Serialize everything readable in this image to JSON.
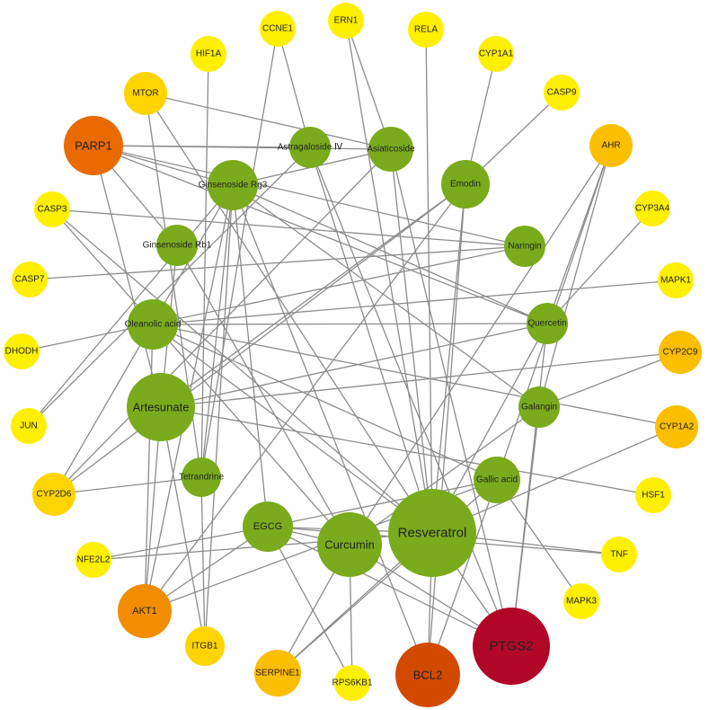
{
  "palette": {
    "compound": "#7aab1c",
    "edge": "#8c8c8c",
    "target_levels": [
      "#ffef00",
      "#ffd400",
      "#fcbe00",
      "#f7a800",
      "#f28c00",
      "#e86a00",
      "#d24a00",
      "#b20828"
    ]
  },
  "compounds": [
    {
      "id": "resveratrol",
      "label": "Resveratrol"
    },
    {
      "id": "artesunate",
      "label": "Artesunate"
    },
    {
      "id": "curcumin",
      "label": "Curcumin"
    },
    {
      "id": "oleanolic",
      "label": "Oleanolic acid"
    },
    {
      "id": "ginsenosiderg3",
      "label": "Ginsenoside Rg3"
    },
    {
      "id": "egcg",
      "label": "EGCG"
    },
    {
      "id": "emodin",
      "label": "Emodin"
    },
    {
      "id": "gallic",
      "label": "Gallic acid"
    },
    {
      "id": "naringin",
      "label": "Naringin"
    },
    {
      "id": "quercetin",
      "label": "Quercetin"
    },
    {
      "id": "galangin",
      "label": "Galangin"
    },
    {
      "id": "asiaticoside",
      "label": "Asiaticoside"
    },
    {
      "id": "astragaloside",
      "label": "Astragaloside Ⅳ"
    },
    {
      "id": "ginsenosiderb1",
      "label": "Ginsenoside Rb1"
    },
    {
      "id": "tetrandrine",
      "label": "Tetrandrine"
    }
  ],
  "targets": [
    {
      "id": "ccne1",
      "label": "CCNE1",
      "level": 0
    },
    {
      "id": "ern1",
      "label": "ERN1",
      "level": 0
    },
    {
      "id": "rela",
      "label": "RELA",
      "level": 0
    },
    {
      "id": "cyp1a1",
      "label": "CYP1A1",
      "level": 0
    },
    {
      "id": "casp9",
      "label": "CASP9",
      "level": 0
    },
    {
      "id": "ahr",
      "label": "AHR",
      "level": 2
    },
    {
      "id": "cyp3a4",
      "label": "CYP3A4",
      "level": 0
    },
    {
      "id": "mapk1",
      "label": "MAPK1",
      "level": 0
    },
    {
      "id": "cyp2c9",
      "label": "CYP2C9",
      "level": 2
    },
    {
      "id": "cyp1a2",
      "label": "CYP1A2",
      "level": 2
    },
    {
      "id": "hsf1",
      "label": "HSF1",
      "level": 0
    },
    {
      "id": "tnf",
      "label": "TNF",
      "level": 0
    },
    {
      "id": "mapk3",
      "label": "MAPK3",
      "level": 0
    },
    {
      "id": "ptgs2",
      "label": "PTGS2",
      "level": 7
    },
    {
      "id": "bcl2",
      "label": "BCL2",
      "level": 6
    },
    {
      "id": "rps6kb1",
      "label": "RPS6KB1",
      "level": 0
    },
    {
      "id": "serpine1",
      "label": "SERPINE1",
      "level": 2
    },
    {
      "id": "itgb1",
      "label": "ITGB1",
      "level": 1
    },
    {
      "id": "akt1",
      "label": "AKT1",
      "level": 4
    },
    {
      "id": "nfe2l2",
      "label": "NFE2L2",
      "level": 0
    },
    {
      "id": "cyp2d6",
      "label": "CYP2D6",
      "level": 1
    },
    {
      "id": "jun",
      "label": "JUN",
      "level": 0
    },
    {
      "id": "dhodh",
      "label": "DHODH",
      "level": 0
    },
    {
      "id": "casp7",
      "label": "CASP7",
      "level": 0
    },
    {
      "id": "casp3",
      "label": "CASP3",
      "level": 0
    },
    {
      "id": "parp1",
      "label": "PARP1",
      "level": 5
    },
    {
      "id": "mtor",
      "label": "MTOR",
      "level": 1
    },
    {
      "id": "hif1a",
      "label": "HIF1A",
      "level": 0
    }
  ],
  "edges": [
    [
      "ccne1",
      "astragaloside"
    ],
    [
      "ccne1",
      "tetrandrine"
    ],
    [
      "hif1a",
      "tetrandrine"
    ],
    [
      "ern1",
      "asiaticoside"
    ],
    [
      "ern1",
      "resveratrol"
    ],
    [
      "rela",
      "resveratrol"
    ],
    [
      "cyp1a1",
      "emodin"
    ],
    [
      "casp9",
      "emodin"
    ],
    [
      "mtor",
      "tetrandrine"
    ],
    [
      "mtor",
      "asiaticoside"
    ],
    [
      "mtor",
      "resveratrol"
    ],
    [
      "parp1",
      "ginsenosiderg3"
    ],
    [
      "parp1",
      "astragaloside"
    ],
    [
      "parp1",
      "naringin"
    ],
    [
      "parp1",
      "quercetin"
    ],
    [
      "parp1",
      "artesunate"
    ],
    [
      "parp1",
      "asiaticoside"
    ],
    [
      "parp1",
      "ginsenosiderb1"
    ],
    [
      "ahr",
      "quercetin"
    ],
    [
      "ahr",
      "galangin"
    ],
    [
      "ahr",
      "gallic"
    ],
    [
      "ahr",
      "curcumin"
    ],
    [
      "cyp3a4",
      "quercetin"
    ],
    [
      "mapk1",
      "oleanolic"
    ],
    [
      "cyp2c9",
      "artesunate"
    ],
    [
      "cyp2c9",
      "galangin"
    ],
    [
      "cyp1a2",
      "oleanolic"
    ],
    [
      "cyp1a2",
      "resveratrol"
    ],
    [
      "hsf1",
      "artesunate"
    ],
    [
      "tnf",
      "resveratrol"
    ],
    [
      "tnf",
      "egcg"
    ],
    [
      "mapk3",
      "gallic"
    ],
    [
      "ptgs2",
      "resveratrol"
    ],
    [
      "ptgs2",
      "curcumin"
    ],
    [
      "ptgs2",
      "quercetin"
    ],
    [
      "ptgs2",
      "galangin"
    ],
    [
      "ptgs2",
      "asiaticoside"
    ],
    [
      "ptgs2",
      "astragaloside"
    ],
    [
      "ptgs2",
      "egcg"
    ],
    [
      "bcl2",
      "resveratrol"
    ],
    [
      "bcl2",
      "emodin"
    ],
    [
      "bcl2",
      "ginsenosiderg3"
    ],
    [
      "bcl2",
      "gallic"
    ],
    [
      "rps6kb1",
      "curcumin"
    ],
    [
      "rps6kb1",
      "egcg"
    ],
    [
      "serpine1",
      "curcumin"
    ],
    [
      "serpine1",
      "gallic"
    ],
    [
      "serpine1",
      "resveratrol"
    ],
    [
      "itgb1",
      "ginsenosiderg3"
    ],
    [
      "itgb1",
      "artesunate"
    ],
    [
      "itgb1",
      "tetrandrine"
    ],
    [
      "akt1",
      "artesunate"
    ],
    [
      "akt1",
      "egcg"
    ],
    [
      "akt1",
      "emodin"
    ],
    [
      "akt1",
      "ginsenosiderg3"
    ],
    [
      "akt1",
      "gallic"
    ],
    [
      "akt1",
      "oleanolic"
    ],
    [
      "nfe2l2",
      "egcg"
    ],
    [
      "nfe2l2",
      "resveratrol"
    ],
    [
      "cyp2d6",
      "ginsenosiderg3"
    ],
    [
      "cyp2d6",
      "tetrandrine"
    ],
    [
      "cyp2d6",
      "emodin"
    ],
    [
      "cyp2d6",
      "asiaticoside"
    ],
    [
      "jun",
      "ginsenosiderg3"
    ],
    [
      "jun",
      "astragaloside"
    ],
    [
      "dhodh",
      "naringin"
    ],
    [
      "casp7",
      "naringin"
    ],
    [
      "casp3",
      "resveratrol"
    ],
    [
      "casp3",
      "curcumin"
    ],
    [
      "casp3",
      "naringin"
    ],
    [
      "resveratrol",
      "emodin"
    ],
    [
      "resveratrol",
      "quercetin"
    ],
    [
      "resveratrol",
      "asiaticoside"
    ],
    [
      "curcumin",
      "ginsenosiderb1"
    ],
    [
      "curcumin",
      "galangin"
    ],
    [
      "curcumin",
      "egcg"
    ],
    [
      "ginsenosiderg3",
      "galangin"
    ],
    [
      "ginsenosiderg3",
      "egcg"
    ],
    [
      "ginsenosiderg3",
      "tetrandrine"
    ],
    [
      "ginsenosiderg3",
      "quercetin"
    ],
    [
      "oleanolic",
      "quercetin"
    ],
    [
      "oleanolic",
      "gallic"
    ],
    [
      "oleanolic",
      "resveratrol"
    ],
    [
      "artesunate",
      "quercetin"
    ],
    [
      "artesunate",
      "artesunate"
    ],
    [
      "artesunate",
      "ginsenosiderb1"
    ],
    [
      "astragaloside",
      "resveratrol"
    ],
    [
      "asiaticoside",
      "ginsenosiderg3"
    ],
    [
      "emodin",
      "artesunate"
    ],
    [
      "egcg",
      "resveratrol"
    ],
    [
      "egcg",
      "gallic"
    ]
  ]
}
